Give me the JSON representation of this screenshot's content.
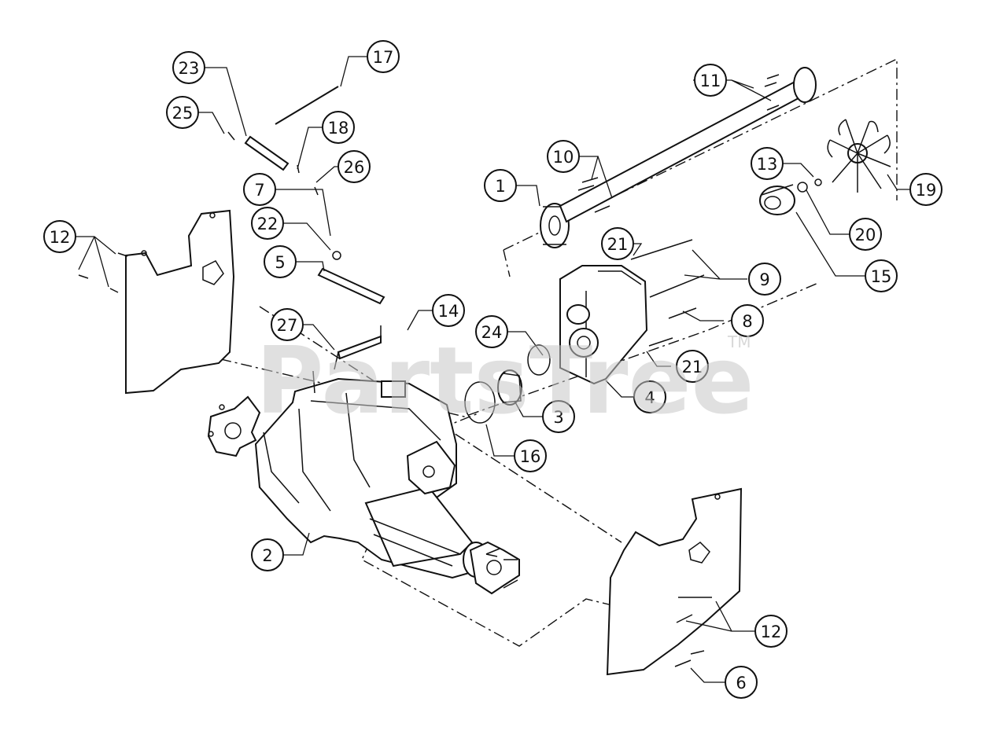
{
  "watermark": {
    "text": "PartsTree",
    "trademark": "TM"
  },
  "callouts": [
    {
      "label": "1"
    },
    {
      "label": "2"
    },
    {
      "label": "3"
    },
    {
      "label": "4"
    },
    {
      "label": "5"
    },
    {
      "label": "6"
    },
    {
      "label": "7"
    },
    {
      "label": "8"
    },
    {
      "label": "9"
    },
    {
      "label": "10"
    },
    {
      "label": "11"
    },
    {
      "label": "12"
    },
    {
      "label": "12"
    },
    {
      "label": "13"
    },
    {
      "label": "14"
    },
    {
      "label": "15"
    },
    {
      "label": "16"
    },
    {
      "label": "17"
    },
    {
      "label": "18"
    },
    {
      "label": "19"
    },
    {
      "label": "20"
    },
    {
      "label": "21"
    },
    {
      "label": "21"
    },
    {
      "label": "22"
    },
    {
      "label": "23"
    },
    {
      "label": "24"
    },
    {
      "label": "25"
    },
    {
      "label": "26"
    },
    {
      "label": "27"
    }
  ]
}
